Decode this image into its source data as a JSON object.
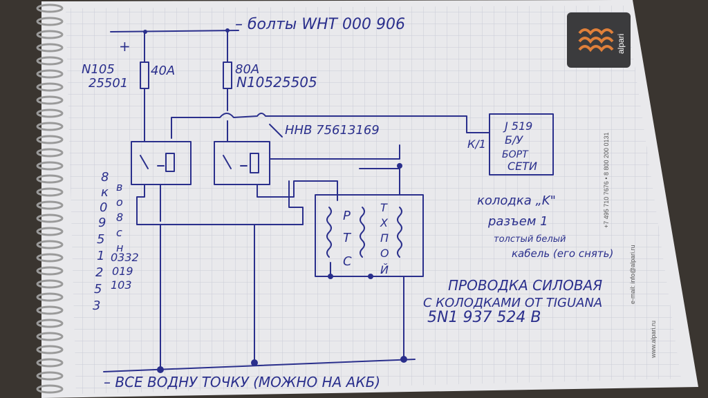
{
  "colors": {
    "ink": "#2a2f8c",
    "paper": "#e9e9ec",
    "grid": "#c9cbd6",
    "binding": "#9a9a9a",
    "logo_bg": "#3b3b3d"
  },
  "labels": {
    "plus": "+",
    "minus": "–",
    "bolts": "– болты WHT 000 906",
    "n105_a": "N105",
    "n105_b": "25501",
    "f40": "40A",
    "f80": "80A",
    "n105_80": "N10525505",
    "relay": "HHB 75613169",
    "j519_1": "J 519",
    "j519_2": "Б/У",
    "j519_3": "БОРТ",
    "j519_4": "СЕТИ",
    "kl": "К/1",
    "kolodka": "колодка „K\"",
    "razem": "разъем 1",
    "tolsty": "толстый белый",
    "kabel": "кабель (его снять)",
    "provodka": "ПРОВОДКА СИЛОВАЯ",
    "s_kolodkami": "С КОЛОДКАМИ ОТ TIGUANA",
    "partno": "5N1 937 524 B",
    "ground": "– ВСЕ ВОДНУ ТОЧКУ (МОЖНО НА АКБ)",
    "rts": [
      "Р",
      "Т",
      "С"
    ],
    "tpoy": [
      "Т",
      "Х",
      "П",
      "О",
      "Й"
    ]
  },
  "side_left": [
    "8",
    "к",
    "0",
    "9",
    "5",
    "1",
    "2",
    "5",
    "3"
  ],
  "side_right": [
    "в",
    "о",
    "8",
    "с",
    "н"
  ],
  "nums": [
    "0332",
    "019",
    "103"
  ],
  "logo": {
    "brand": "alpari",
    "site": "www.alpari.ru",
    "email": "e-mail: info@alpari.ru",
    "phone": "+7 495 710 7676 • 8 800 200 0131"
  }
}
